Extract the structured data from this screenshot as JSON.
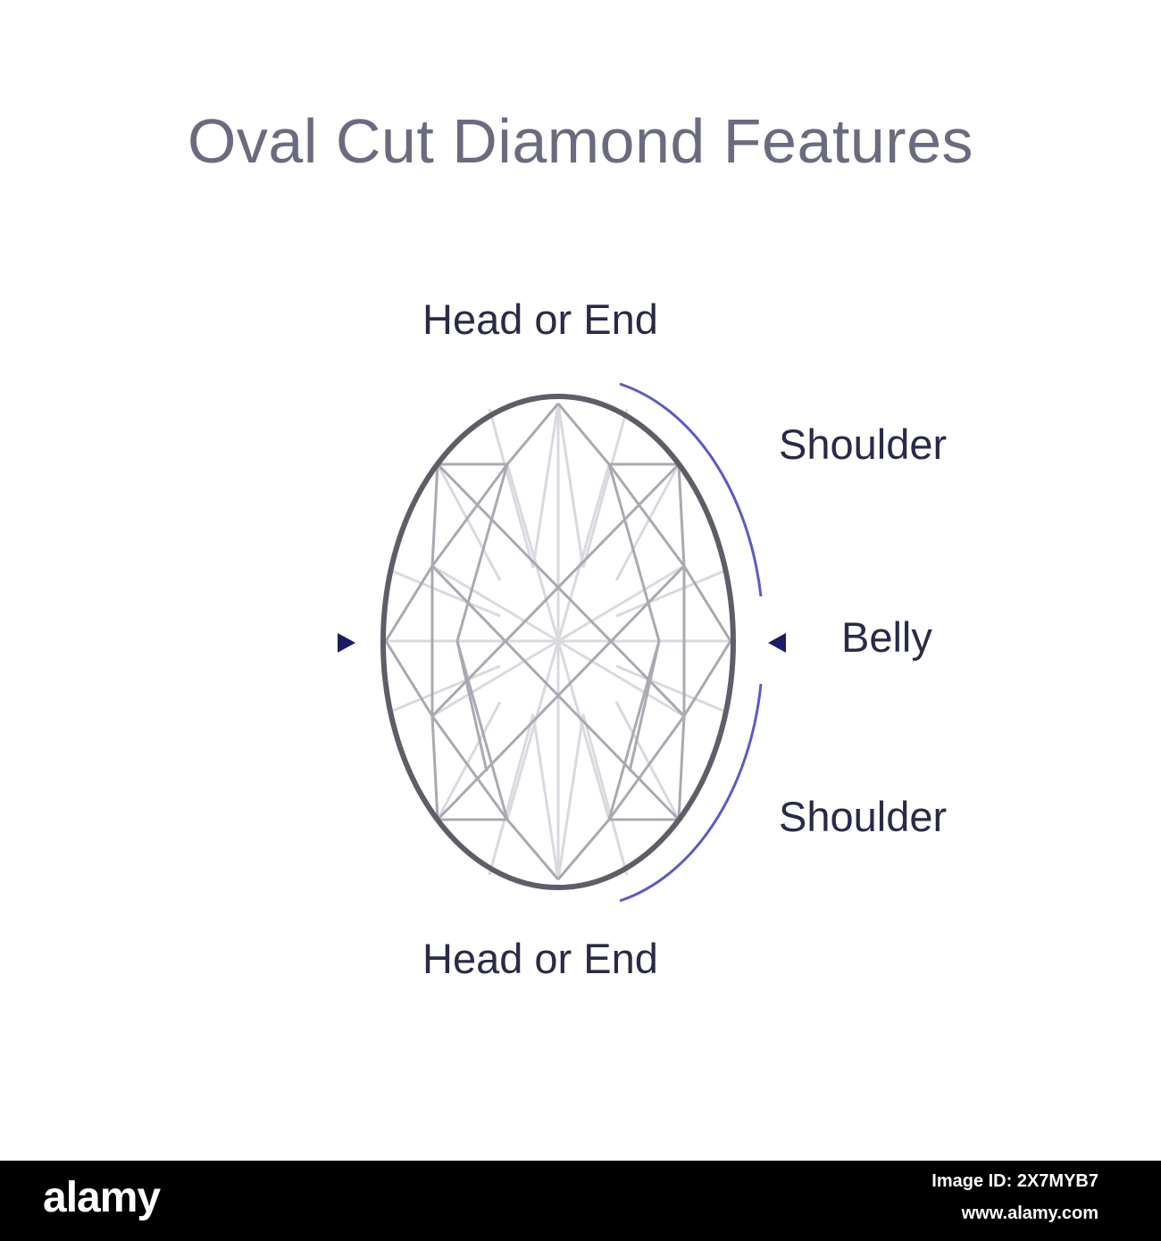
{
  "title": "Oval Cut Diamond Features",
  "labels": {
    "head_top": "Head or End",
    "shoulder_top": "Shoulder",
    "belly": "Belly",
    "shoulder_bottom": "Shoulder",
    "head_bottom": "Head or End"
  },
  "colors": {
    "outline": "#5e5e68",
    "facet_dark": "#a9a9b2",
    "facet_light": "#d9d9df",
    "bracket": "#5a5ac8",
    "marker": "#1c1c66",
    "title": "#6b6b80",
    "label": "#2a2a48"
  },
  "footer": {
    "logo": "alamy",
    "image_id": "Image ID: 2X7MYB7",
    "site": "www.alamy.com"
  }
}
